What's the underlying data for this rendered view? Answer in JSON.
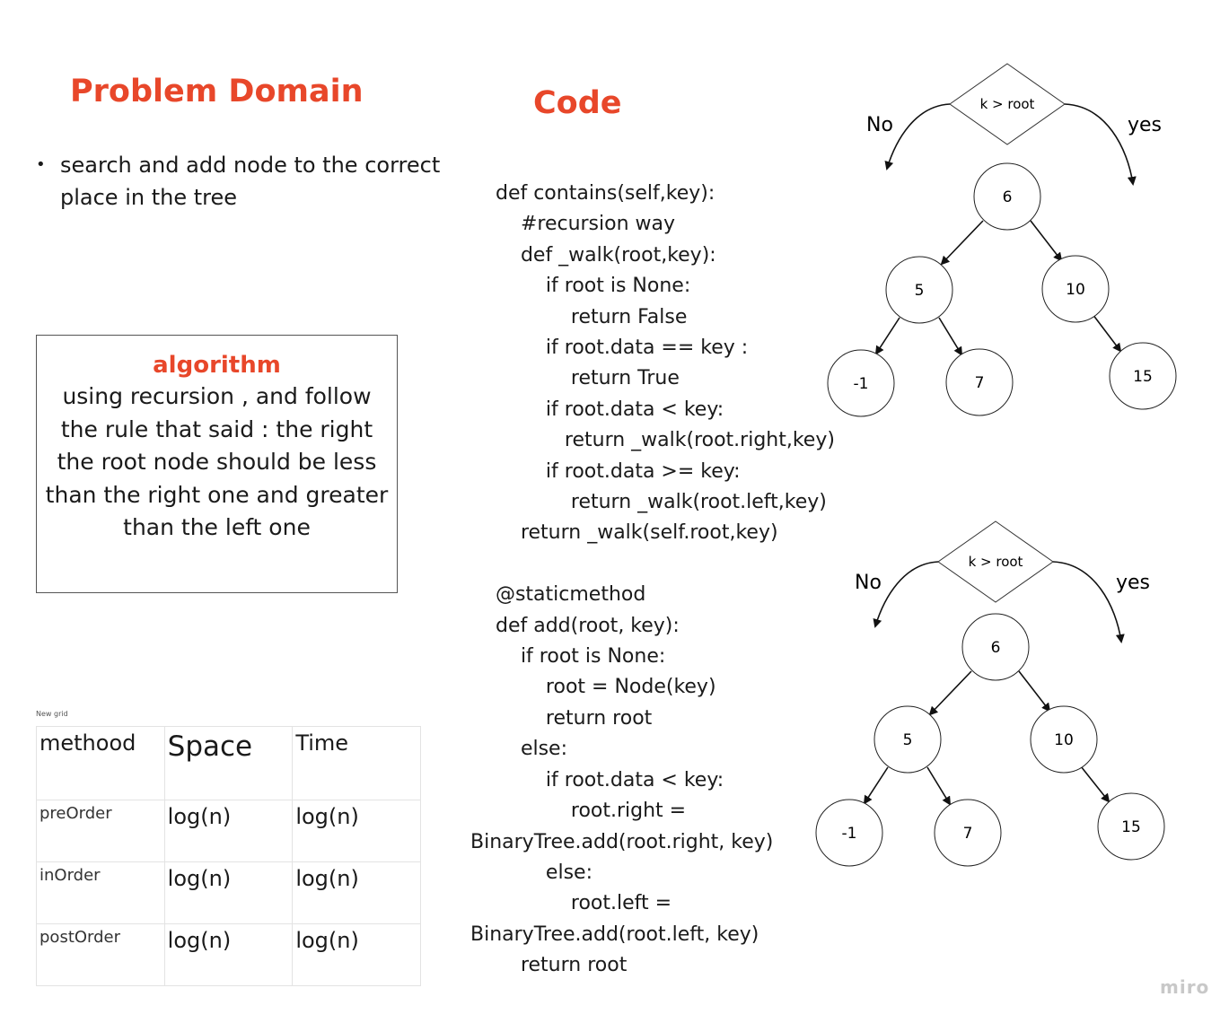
{
  "problem_domain": {
    "title": "Problem Domain",
    "bullets": [
      "search and add node to the correct place in the tree"
    ]
  },
  "algorithm": {
    "title": "algorithm",
    "text": "using recursion , and follow the rule that said : the right the root node should be less than the right one and greater than the left one"
  },
  "grid": {
    "caption": "New grid",
    "headers": [
      "methood",
      "Space",
      "Time"
    ],
    "rows": [
      [
        "preOrder",
        "log(n)",
        "log(n)"
      ],
      [
        "inOrder",
        "log(n)",
        "log(n)"
      ],
      [
        "postOrder",
        "log(n)",
        "log(n)"
      ]
    ]
  },
  "code": {
    "title": "Code",
    "lines": [
      "    def contains(self,key):",
      "        #recursion way",
      "        def _walk(root,key):",
      "            if root is None:",
      "                return False",
      "            if root.data == key :",
      "                return True",
      "            if root.data < key:",
      "               return _walk(root.right,key)",
      "            if root.data >= key:",
      "                return _walk(root.left,key)",
      "        return _walk(self.root,key)",
      "",
      "    @staticmethod",
      "    def add(root, key):",
      "        if root is None:",
      "            root = Node(key)",
      "            return root",
      "        else:",
      "            if root.data < key:",
      "                root.right =",
      "BinaryTree.add(root.right, key)",
      "            else:",
      "                root.left =",
      "BinaryTree.add(root.left, key)",
      "        return root"
    ]
  },
  "trees": [
    {
      "decision": "k > root",
      "left_label": "No",
      "right_label": "yes",
      "nodes": [
        "6",
        "5",
        "10",
        "-1",
        "7",
        "15"
      ]
    },
    {
      "decision": "k > root",
      "left_label": "No",
      "right_label": "yes",
      "nodes": [
        "6",
        "5",
        "10",
        "-1",
        "7",
        "15"
      ]
    }
  ],
  "watermark": "miro"
}
